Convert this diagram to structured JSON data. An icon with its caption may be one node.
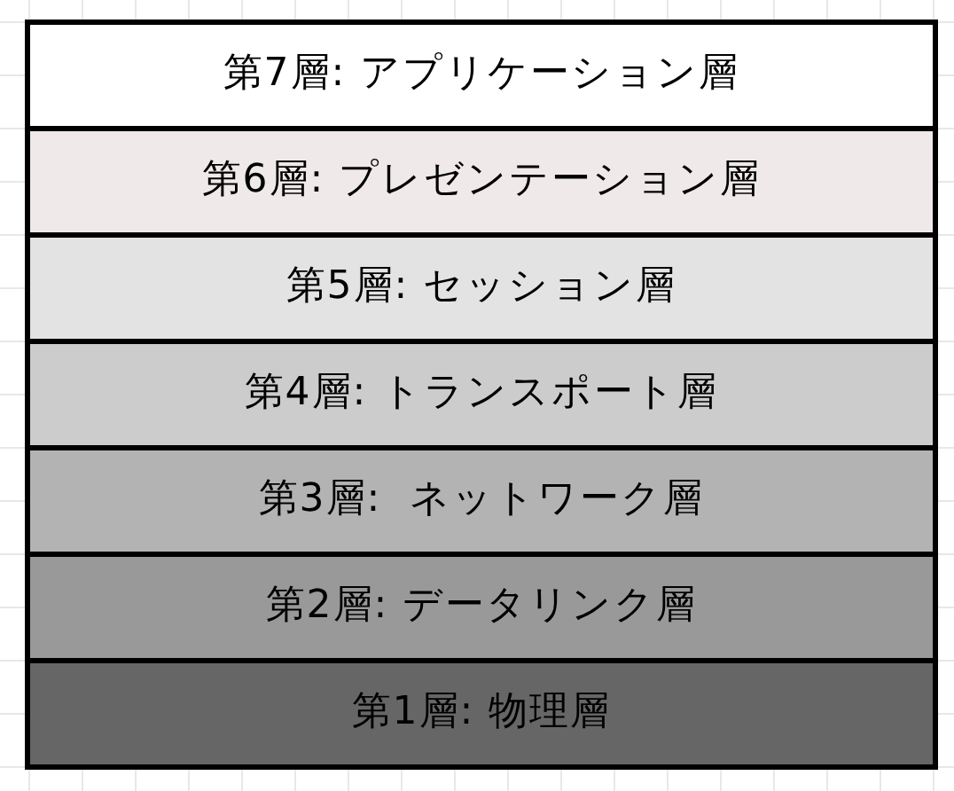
{
  "diagram": {
    "nodes": [
      {
        "text": [
          "第7層: アプリケーション層"
        ]
      },
      {
        "text": [
          "第6層: プレゼンテーション層"
        ]
      },
      {
        "text": [
          "第5層: セッション層"
        ]
      },
      {
        "text": [
          "第4層: トランスポート層"
        ]
      },
      {
        "text": [
          "第3層:  ネットワーク層"
        ]
      },
      {
        "text": [
          "第2層: データリンク層"
        ]
      },
      {
        "text": [
          "第1層: 物理層"
        ]
      }
    ],
    "edges": []
  }
}
